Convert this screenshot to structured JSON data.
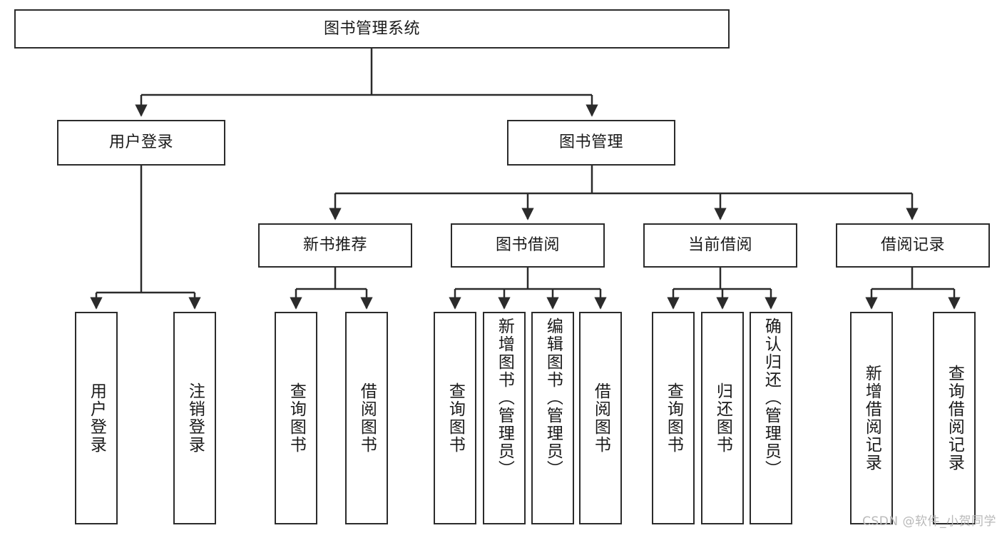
{
  "diagram": {
    "type": "tree-hierarchy",
    "title": "图书管理系统",
    "watermark": "CSDN @软件_小贺同学",
    "colors": {
      "stroke": "#2b2b2b",
      "fill": "#ffffff",
      "text": "#1a1a1a",
      "watermark": "#b9b9b9"
    },
    "nodes": {
      "root": {
        "label": "图书管理系统",
        "level": 1
      },
      "level2": [
        {
          "id": "user-login",
          "label": "用户登录"
        },
        {
          "id": "book-manage",
          "label": "图书管理"
        }
      ],
      "level3": [
        {
          "id": "new-book-recommend",
          "label": "新书推荐",
          "parent": "book-manage"
        },
        {
          "id": "book-borrow",
          "label": "图书借阅",
          "parent": "book-manage"
        },
        {
          "id": "current-borrow",
          "label": "当前借阅",
          "parent": "book-manage"
        },
        {
          "id": "borrow-record",
          "label": "借阅记录",
          "parent": "book-manage"
        }
      ],
      "leaves": [
        {
          "id": "leaf-user-login",
          "label": "用户登录",
          "parent": "user-login"
        },
        {
          "id": "leaf-logout",
          "label": "注销登录",
          "parent": "user-login"
        },
        {
          "id": "leaf-query-book-1",
          "label": "查询图书",
          "parent": "new-book-recommend"
        },
        {
          "id": "leaf-borrow-book-1",
          "label": "借阅图书",
          "parent": "new-book-recommend"
        },
        {
          "id": "leaf-query-book-2",
          "label": "查询图书",
          "parent": "book-borrow"
        },
        {
          "id": "leaf-add-book",
          "label": "新增图书（管理员）",
          "parent": "book-borrow"
        },
        {
          "id": "leaf-edit-book",
          "label": "编辑图书（管理员）",
          "parent": "book-borrow"
        },
        {
          "id": "leaf-borrow-book-2",
          "label": "借阅图书",
          "parent": "book-borrow"
        },
        {
          "id": "leaf-query-book-3",
          "label": "查询图书",
          "parent": "current-borrow"
        },
        {
          "id": "leaf-return-book",
          "label": "归还图书",
          "parent": "current-borrow"
        },
        {
          "id": "leaf-confirm-return",
          "label": "确认归还（管理员）",
          "parent": "current-borrow"
        },
        {
          "id": "leaf-add-record",
          "label": "新增借阅记录",
          "parent": "borrow-record"
        },
        {
          "id": "leaf-query-record",
          "label": "查询借阅记录",
          "parent": "borrow-record"
        }
      ]
    }
  }
}
